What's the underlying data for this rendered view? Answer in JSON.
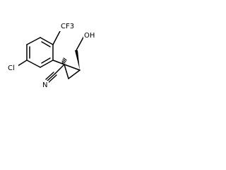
{
  "molecule": {
    "labels": {
      "trifluoromethyl": "CF3",
      "hydroxymethyl": "OH",
      "chloro": "Cl",
      "nitrile_nitrogen": "N"
    }
  }
}
